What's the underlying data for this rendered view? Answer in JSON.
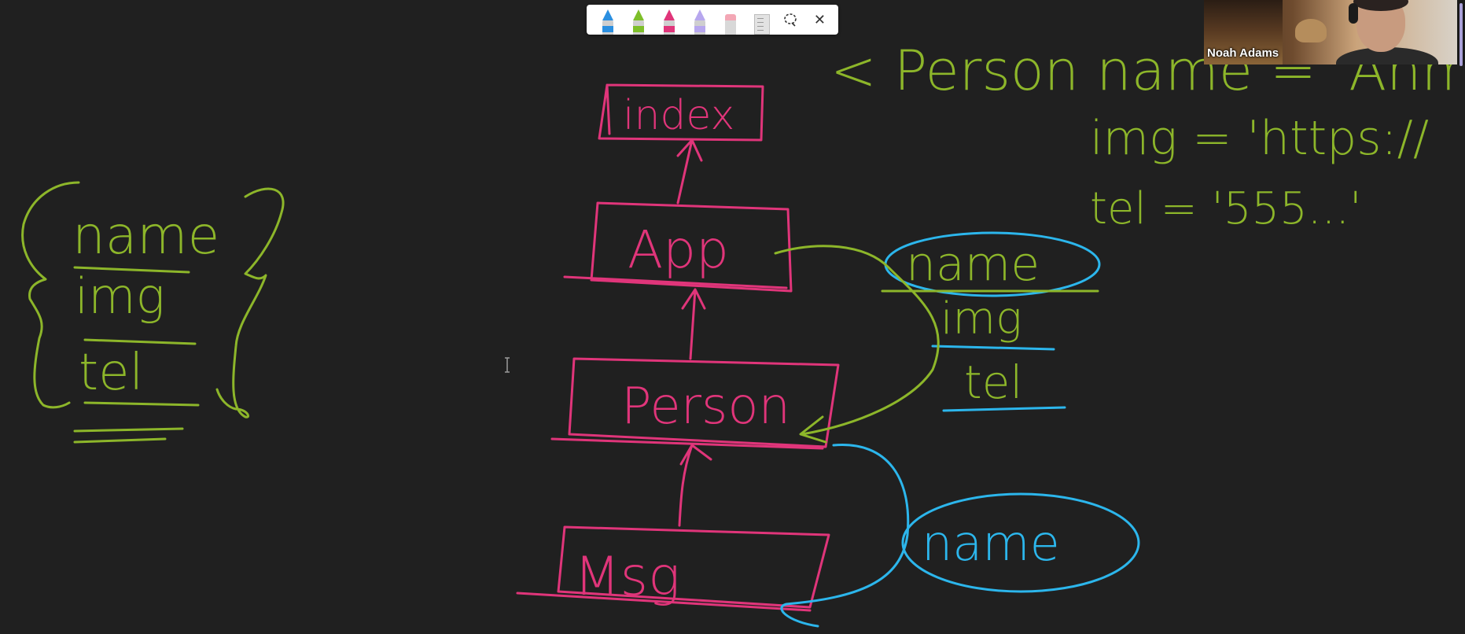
{
  "toolbar": {
    "tools": [
      {
        "name": "blue-pen",
        "color": "#2b8fe0"
      },
      {
        "name": "green-pen",
        "color": "#7ebf2a"
      },
      {
        "name": "pink-pen",
        "color": "#e0357a"
      },
      {
        "name": "highlighter",
        "color": "#b7a7ee"
      },
      {
        "name": "eraser",
        "color": "#f3a7b5"
      },
      {
        "name": "ruler",
        "color": "#cfcfcf"
      }
    ],
    "lasso_icon": "lasso-icon",
    "close_icon": "close-icon",
    "close_glyph": "✕"
  },
  "webcam": {
    "participant_name": "Noah Adams"
  },
  "ink_colors": {
    "green": "#8db62a",
    "pink": "#e0357a",
    "blue": "#2cb6ec"
  },
  "left_object": {
    "props": [
      "name",
      "img",
      "tel"
    ]
  },
  "component_tree": {
    "nodes": [
      "index",
      "App",
      "Person",
      "Msg"
    ]
  },
  "props_group": {
    "props": [
      "name",
      "img",
      "tel"
    ]
  },
  "msg_prop": "name",
  "jsx_example": {
    "line1": "< Person  name = 'Ahmet'",
    "line2": "img = 'https://",
    "line3": "tel  = '555...'"
  }
}
